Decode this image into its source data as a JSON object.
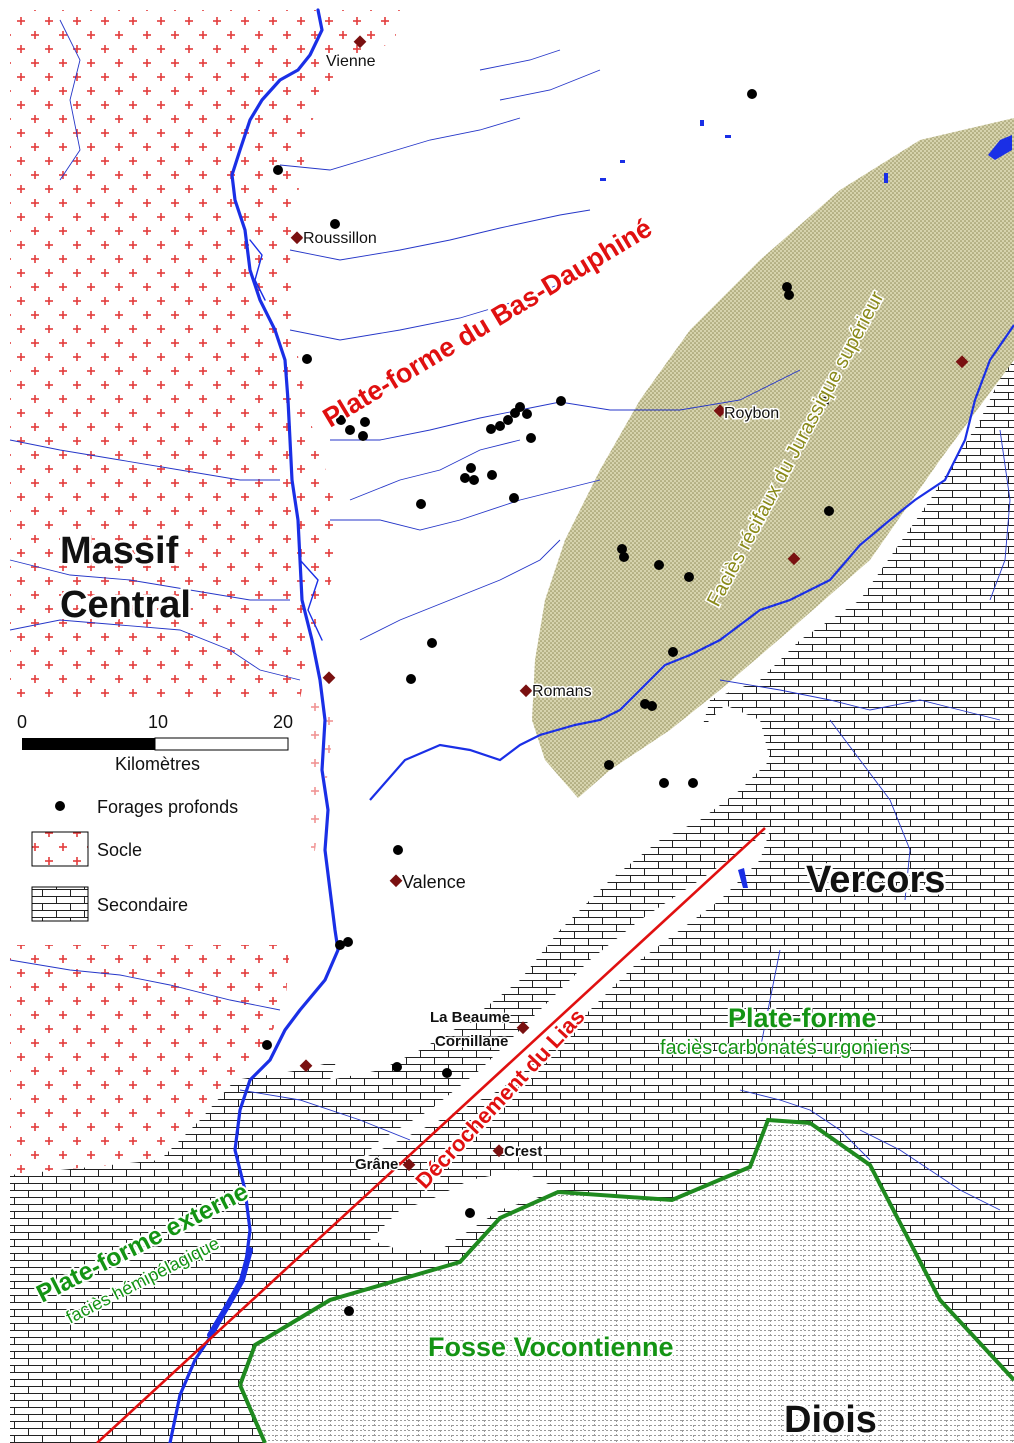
{
  "regions": {
    "massif_central_line1": "Massif",
    "massif_central_line2": "Central",
    "vercors": "Vercors",
    "diois": "Diois"
  },
  "structures": {
    "bas_dauphine": "Plate-forme du Bas-Dauphiné",
    "decrochement": "Décrochement du Lias",
    "plateforme": "Plate-forme",
    "plateforme_facies": "faciès carbonatés urgoniens",
    "plateforme_externe": "Plate-forme externe",
    "plateforme_externe_facies": "faciès hémipélagique",
    "fosse": "Fosse Vocontienne",
    "facies_recifaux": "Faciès récifaux du Jurassique supérieur"
  },
  "towns": {
    "vienne": "Vienne",
    "roussillon": "Roussillon",
    "roybon": "Roybon",
    "romans": "Romans",
    "valence": "Valence",
    "la_beaume": "La Beaume",
    "cornillane": "Cornillane",
    "crest": "Crest",
    "grane": "Grâne"
  },
  "scale": {
    "ticks": [
      "0",
      "10",
      "20"
    ],
    "unit": "Kilomètres"
  },
  "legend": {
    "forages": "Forages profonds",
    "socle": "Socle",
    "secondaire": "Secondaire"
  },
  "colors": {
    "socle_cross": "#e33b3b",
    "river": "#1a2fe6",
    "reef": "#bdb98a",
    "fault": "#e01010",
    "boundary": "#1f8a1f",
    "town_marker": "#7a1010"
  }
}
